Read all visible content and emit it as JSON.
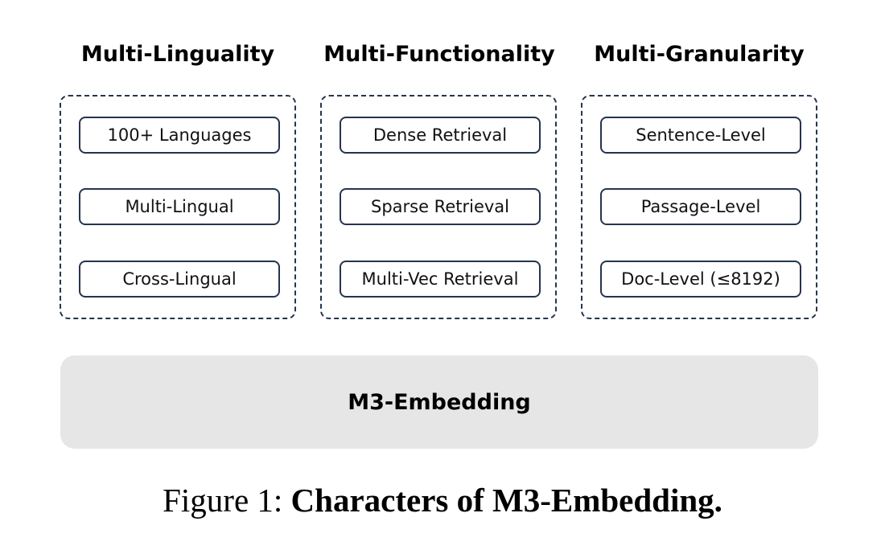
{
  "columns": [
    {
      "heading": "Multi-Linguality",
      "items": [
        "100+ Languages",
        "Multi-Lingual",
        "Cross-Lingual"
      ]
    },
    {
      "heading": "Multi-Functionality",
      "items": [
        "Dense Retrieval",
        "Sparse Retrieval",
        "Multi-Vec Retrieval"
      ]
    },
    {
      "heading": "Multi-Granularity",
      "items": [
        "Sentence-Level",
        "Passage-Level",
        "Doc-Level (≤8192)"
      ]
    }
  ],
  "base": {
    "label": "M3-Embedding"
  },
  "caption": {
    "prefix": "Figure 1: ",
    "title": "Characters of M3-Embedding."
  },
  "colors": {
    "box_border": "#24344f",
    "base_fill": "#e6e6e6"
  }
}
